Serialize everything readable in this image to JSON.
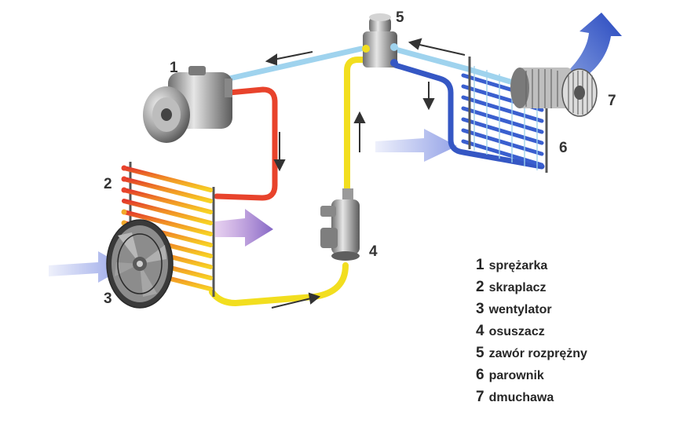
{
  "labels": {
    "compressor": "1",
    "condenser": "2",
    "fan": "3",
    "dryer": "4",
    "expansion_valve": "5",
    "evaporator": "6",
    "blower": "7"
  },
  "legend": [
    {
      "num": "1",
      "text": "sprężarka"
    },
    {
      "num": "2",
      "text": "skraplacz"
    },
    {
      "num": "3",
      "text": "wentylator"
    },
    {
      "num": "4",
      "text": "osuszacz"
    },
    {
      "num": "5",
      "text": "zawór rozprężny"
    },
    {
      "num": "6",
      "text": "parownik"
    },
    {
      "num": "7",
      "text": "dmuchawa"
    }
  ],
  "colors": {
    "low_pressure_gas": "#9fd3ee",
    "low_pressure_liquid": "#3557c4",
    "hot_gas": "#e8432c",
    "liquid_line": "#f2de1f",
    "incoming_air": "#8f9ee6",
    "outgoing_air": "#2e57c8",
    "hot_air": "#9b78c9"
  }
}
